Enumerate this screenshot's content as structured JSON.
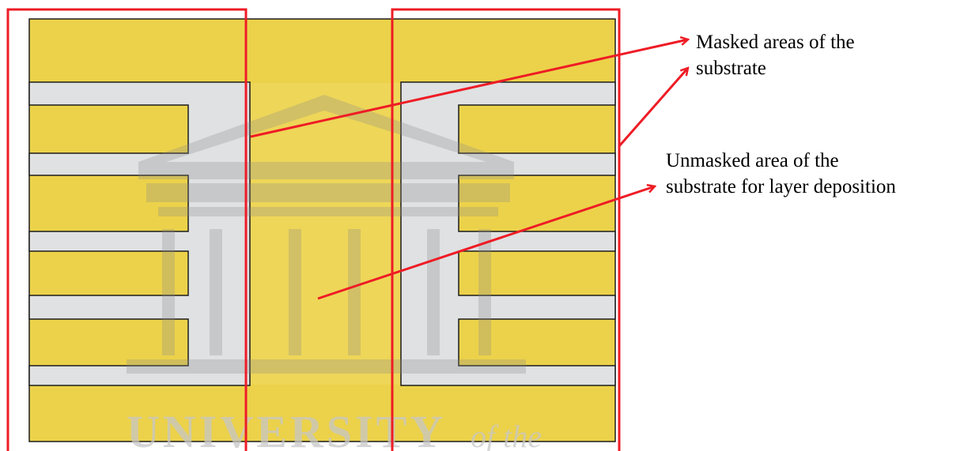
{
  "annotations": {
    "masked": {
      "line1": "Masked areas of the",
      "line2": "substrate"
    },
    "unmasked": {
      "line1": "Unmasked area of the",
      "line2": "substrate for layer deposition"
    }
  },
  "watermark": {
    "text": "UNIVERSITY",
    "suffix": "of the"
  },
  "colors": {
    "mask_yellow": "#e9cf3e",
    "substrate_grey": "#dfe1e2",
    "outline": "#1c1c1c",
    "annotation_red": "#ee1c25",
    "watermark": "#c7c7c7"
  }
}
